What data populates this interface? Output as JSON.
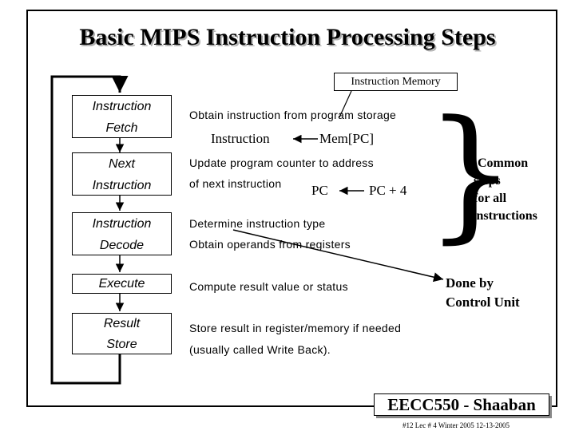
{
  "title": "Basic MIPS Instruction Processing Steps",
  "steps": [
    {
      "line1": "Instruction",
      "line2": "Fetch"
    },
    {
      "line1": "Next",
      "line2": "Instruction"
    },
    {
      "line1": "Instruction",
      "line2": "Decode"
    },
    {
      "line1": "Execute"
    },
    {
      "line1": "Result",
      "line2": "Store"
    }
  ],
  "instruction_memory_label": "Instruction Memory",
  "descriptions": {
    "fetch": "Obtain instruction from program storage",
    "fetch_eq_left": "Instruction",
    "fetch_eq_right": "Mem[PC]",
    "next_line1": "Update program counter to address",
    "next_line2": "of next instruction",
    "next_eq_left": "PC",
    "next_eq_right": "PC + 4",
    "decode_line1": "Determine instruction type",
    "decode_line2": "Obtain operands from registers",
    "execute": "Compute result value or status",
    "store_line1": "Store result in register/memory if needed",
    "store_line2": "(usually called Write Back)."
  },
  "common_steps": [
    "Common",
    "steps",
    "for all",
    "instructions"
  ],
  "done_by": [
    "Done by",
    "Control Unit"
  ],
  "footer": {
    "course": "EECC550 - Shaaban",
    "meta": "#12   Lec # 4   Winter 2005   12-13-2005"
  }
}
